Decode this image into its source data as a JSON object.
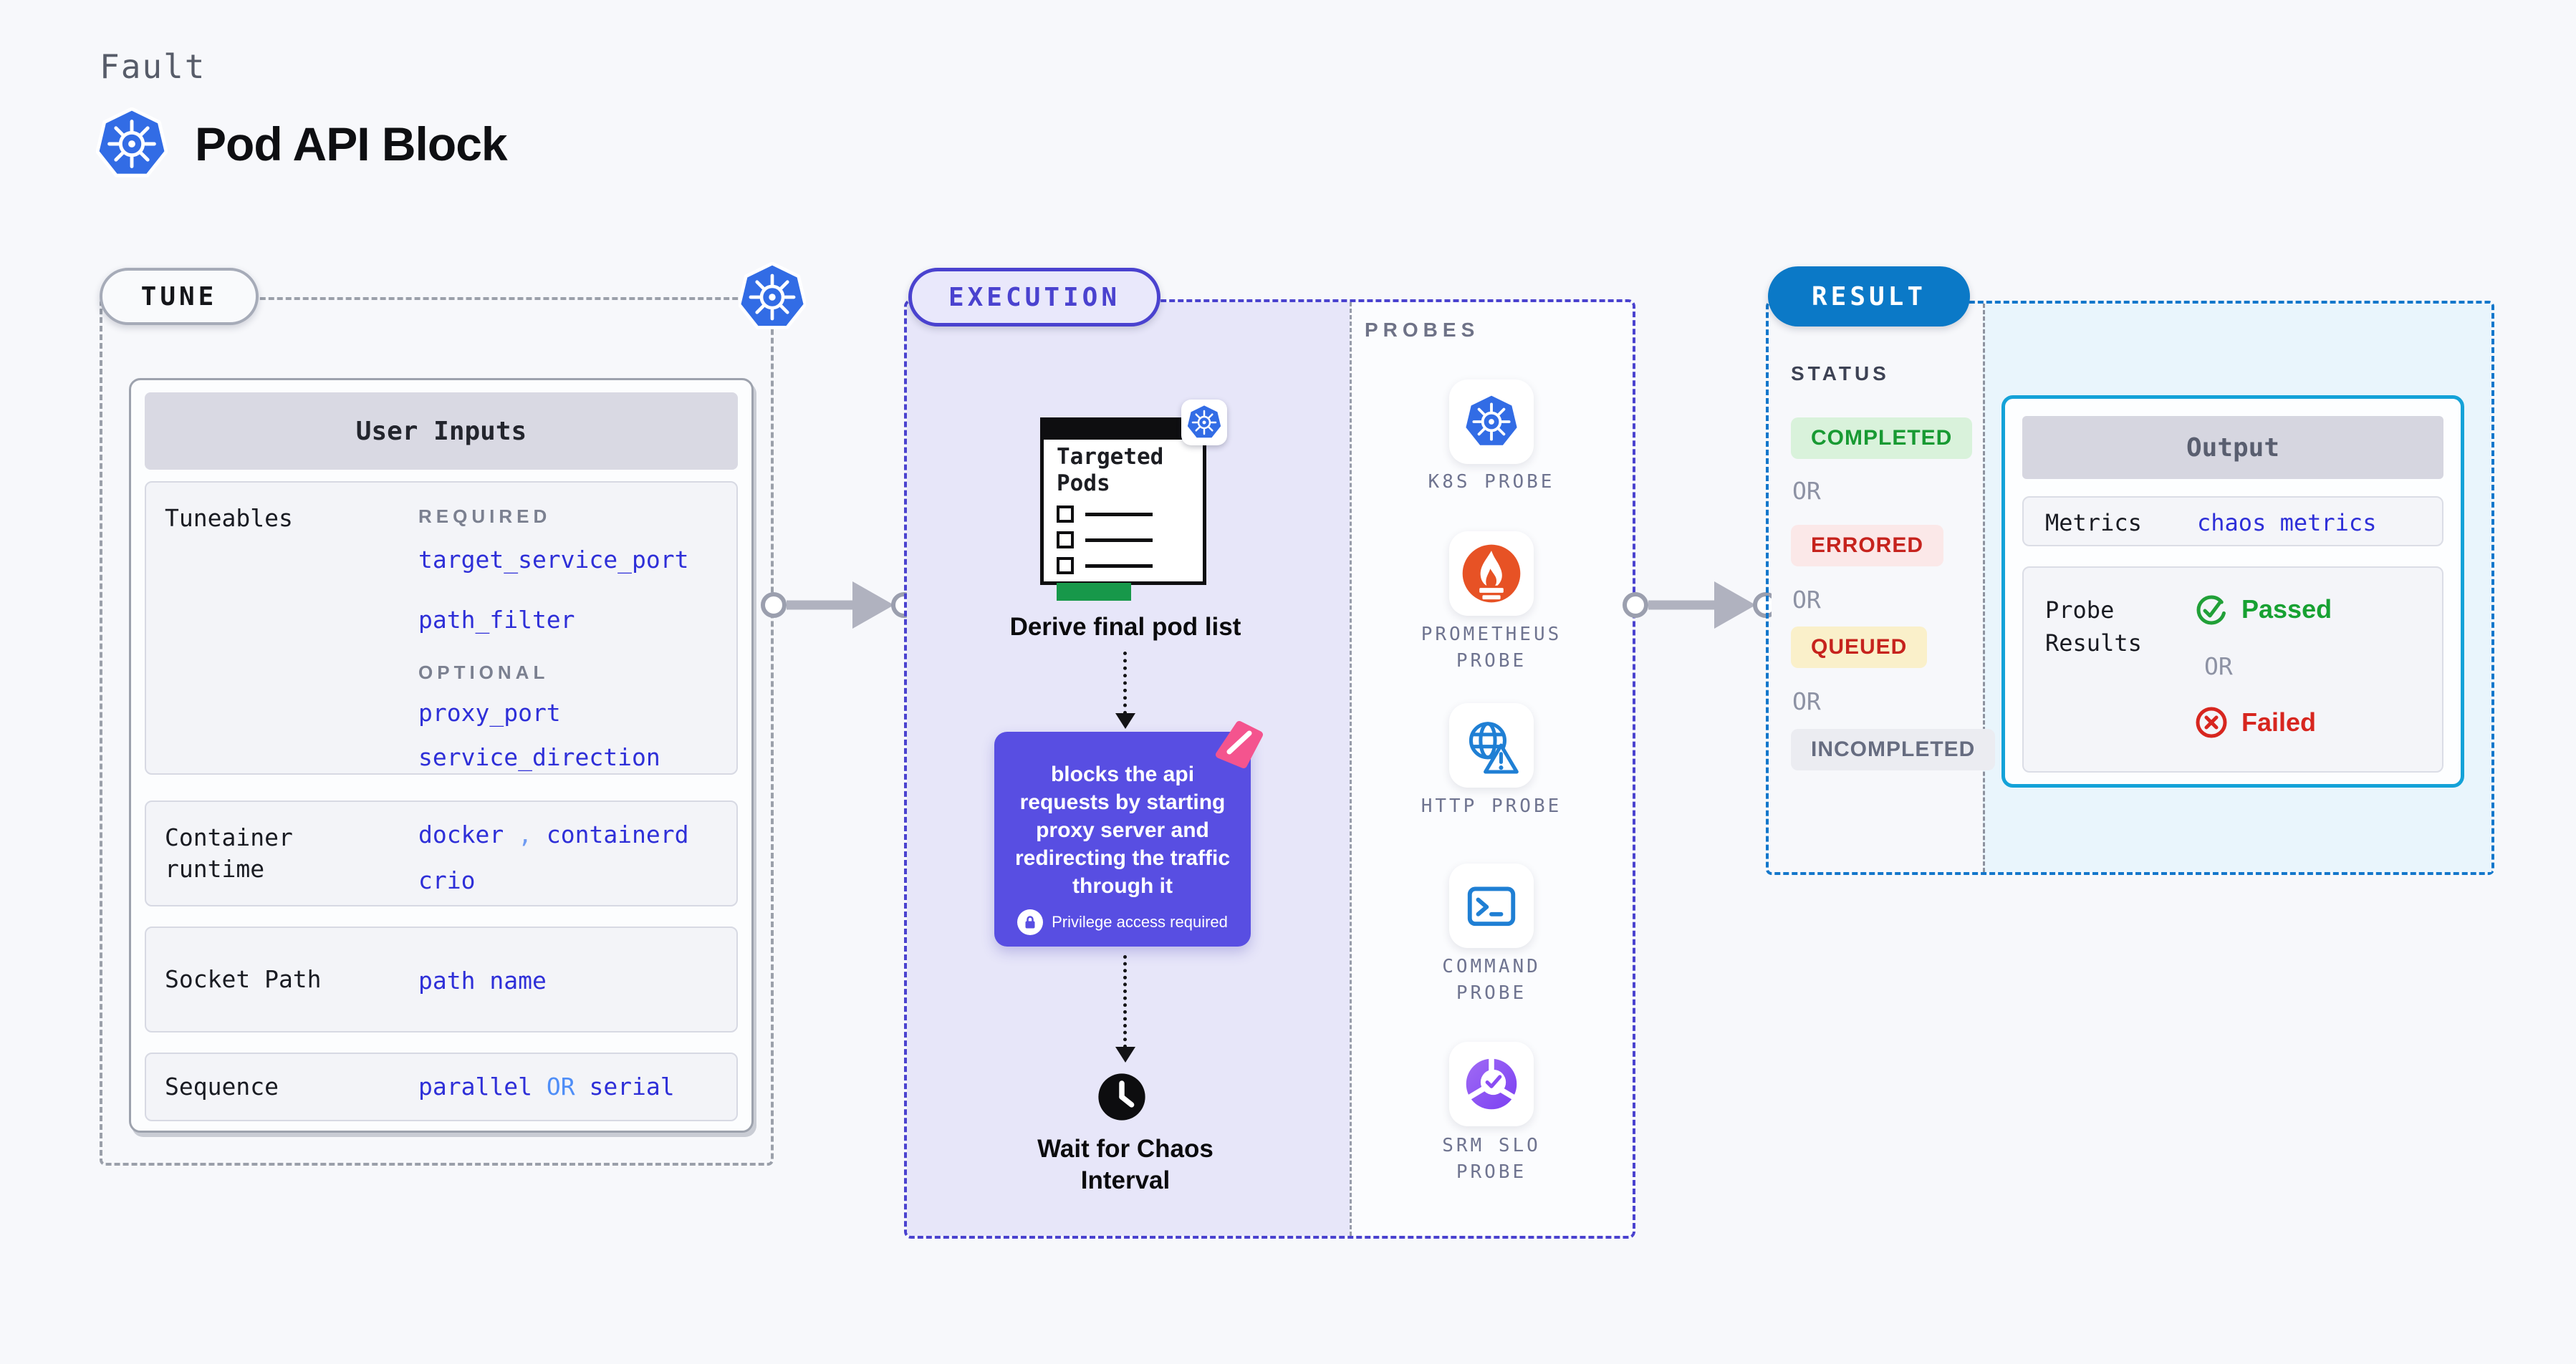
{
  "page": {
    "kicker": "Fault",
    "title": "Pod API Block"
  },
  "tune": {
    "badge": "TUNE",
    "card_title": "User Inputs",
    "tuneables": {
      "label": "Tuneables",
      "required_heading": "REQUIRED",
      "required_values": [
        "target_service_port",
        "path_filter"
      ],
      "optional_heading": "OPTIONAL",
      "optional_values": [
        "proxy_port",
        "service_direction"
      ]
    },
    "container_runtime": {
      "label": "Container runtime",
      "value1": "docker",
      "separator": ",",
      "value2": "containerd",
      "value3": "crio"
    },
    "socket_path": {
      "label": "Socket Path",
      "value": "path name"
    },
    "sequence": {
      "label": "Sequence",
      "value_left": "parallel",
      "value_or": "OR",
      "value_right": "serial"
    }
  },
  "execution": {
    "badge": "EXECUTION",
    "targeted_pods_title": "Targeted Pods",
    "derive_label": "Derive final pod list",
    "action_text": "blocks the api requests by starting proxy server and redirecting the traffic through it",
    "privilege_note": "Privilege access required",
    "wait_label": "Wait for Chaos Interval"
  },
  "probes": {
    "heading": "PROBES",
    "items": [
      {
        "label": "K8S PROBE"
      },
      {
        "label": "PROMETHEUS PROBE"
      },
      {
        "label": "HTTP PROBE"
      },
      {
        "label": "COMMAND PROBE"
      },
      {
        "label": "SRM SLO PROBE"
      }
    ]
  },
  "result": {
    "badge": "RESULT",
    "status_heading": "STATUS",
    "or_label": "OR",
    "statuses": [
      {
        "label": "COMPLETED"
      },
      {
        "label": "ERRORED"
      },
      {
        "label": "QUEUED"
      },
      {
        "label": "INCOMPLETED"
      }
    ],
    "output": {
      "title": "Output",
      "metrics_label": "Metrics",
      "metrics_value": "chaos metrics",
      "probe_results_label": "Probe Results",
      "passed_label": "Passed",
      "or_label": "OR",
      "failed_label": "Failed"
    }
  },
  "colors": {
    "k8s_blue": "#326ce5",
    "accent_indigo": "#4a42cf",
    "accent_blue": "#0b79c7",
    "value_blue": "#2e2fd8",
    "success_green": "#17a132",
    "error_red": "#d7261f",
    "prometheus_orange": "#e75225",
    "action_purple": "#584ee2",
    "litmus_pink": "#f4548e",
    "output_border": "#14a2d8"
  }
}
